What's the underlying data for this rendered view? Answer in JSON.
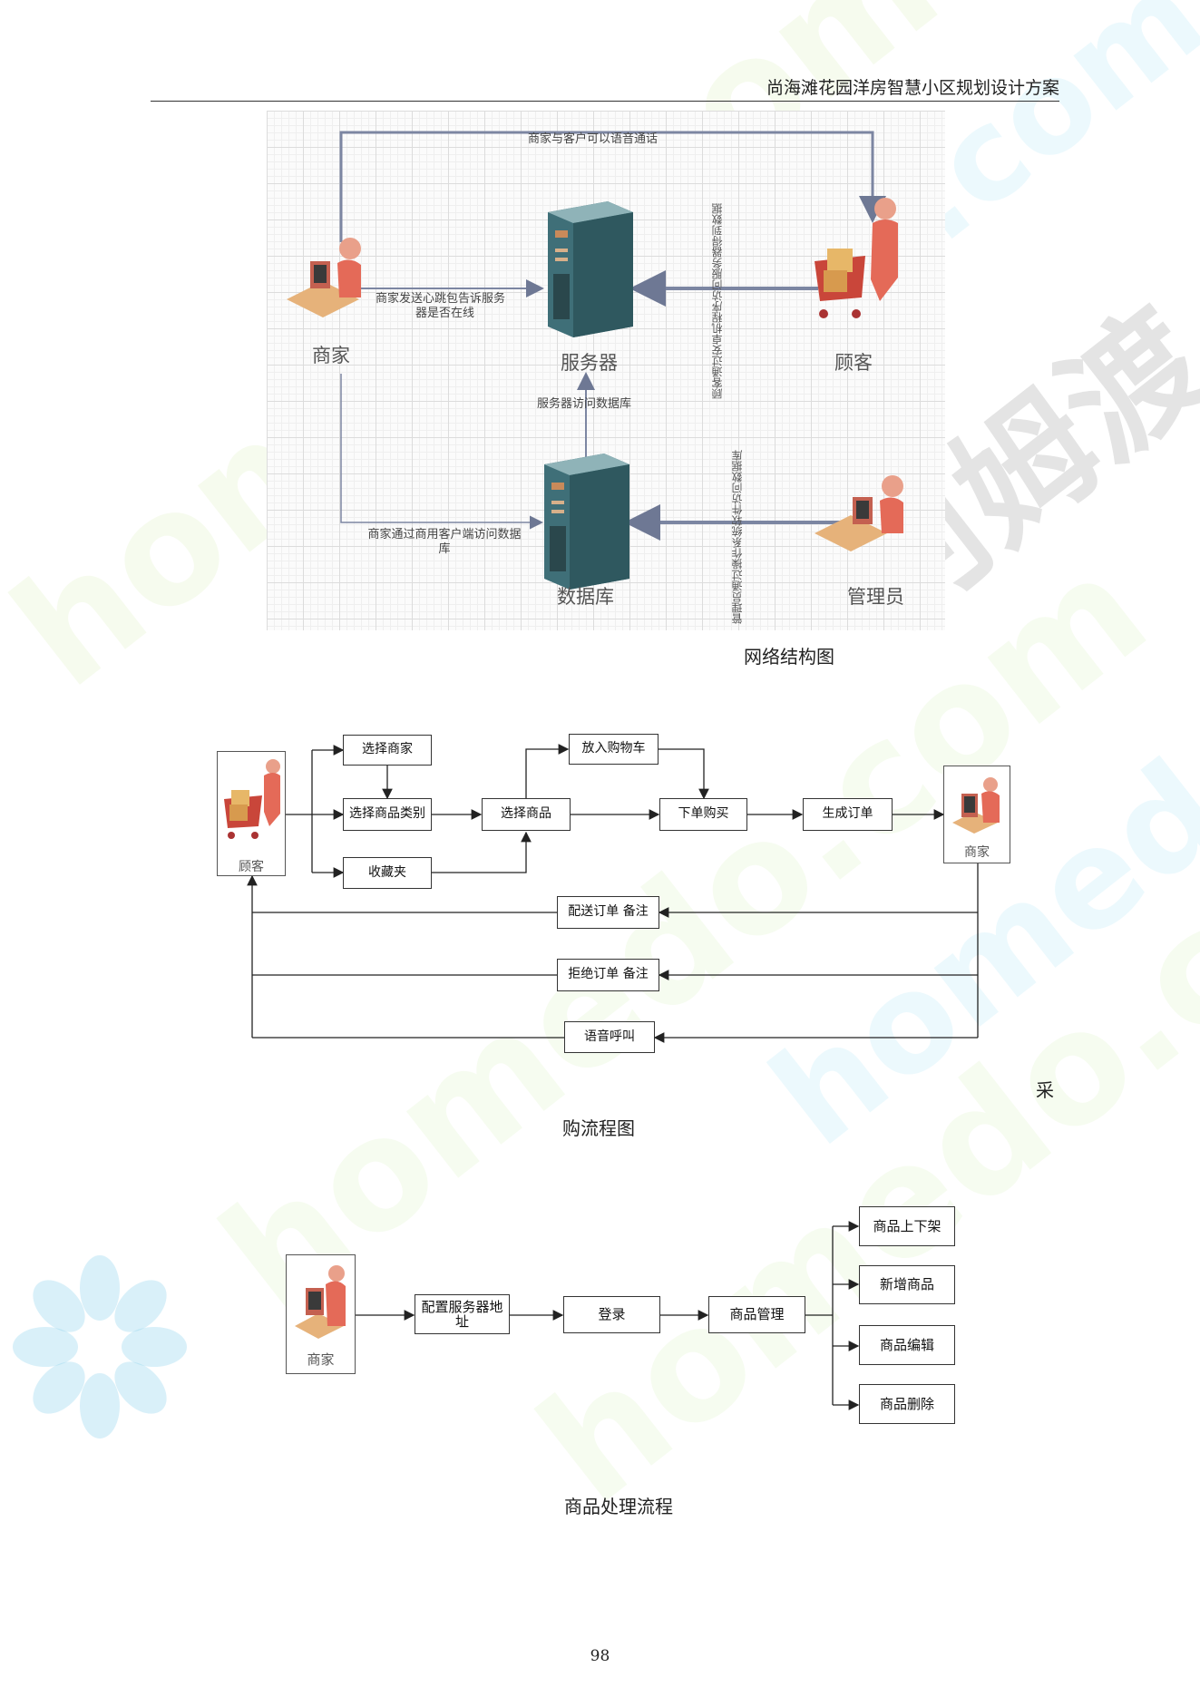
{
  "header": {
    "title": "尚海滩花园洋房智慧小区规划设计方案"
  },
  "network_diagram": {
    "nodes": {
      "merchant": "商家",
      "server": "服务器",
      "customer": "顾客",
      "database": "数据库",
      "admin": "管理员"
    },
    "edge_labels": {
      "voice_call": "商家与客户可以语音通话",
      "heartbeat_line1": "商家发送心跳包告诉服务",
      "heartbeat_line2": "器是否在线",
      "server_db": "服务器访问数据库",
      "merchant_db_line1": "商家通过商用客户端访问数据",
      "merchant_db_line2": "库",
      "customer_server": "顾客通过安卓机程序访问服务器得到数据",
      "admin_db": "管理员通过操作系统软件访问数据库"
    },
    "caption": "网络结构图"
  },
  "purchase_flow": {
    "customer_label": "顾客",
    "merchant_label": "商家",
    "steps": {
      "select_merchant": "选择商家",
      "select_category": "选择商品类别",
      "favorites": "收藏夹",
      "select_product": "选择商品",
      "add_to_cart": "放入购物车",
      "place_order": "下单购买",
      "generate_order": "生成订单",
      "deliver_order": "配送订单  备注",
      "reject_order": "拒绝订单  备注",
      "voice_call": "语音呼叫"
    },
    "caption": "购流程图",
    "stray_char": "采"
  },
  "product_flow": {
    "merchant_label": "商家",
    "steps": {
      "config_server": "配置服务器地址",
      "login": "登录",
      "product_mgmt": "商品管理",
      "list_delist": "商品上下架",
      "add_product": "新增商品",
      "edit_product": "商品编辑",
      "delete_product": "商品删除"
    },
    "caption": "商品处理流程"
  },
  "watermark": {
    "text": "homedo.com",
    "brand_cn": "河姆渡"
  },
  "page_number": "98"
}
